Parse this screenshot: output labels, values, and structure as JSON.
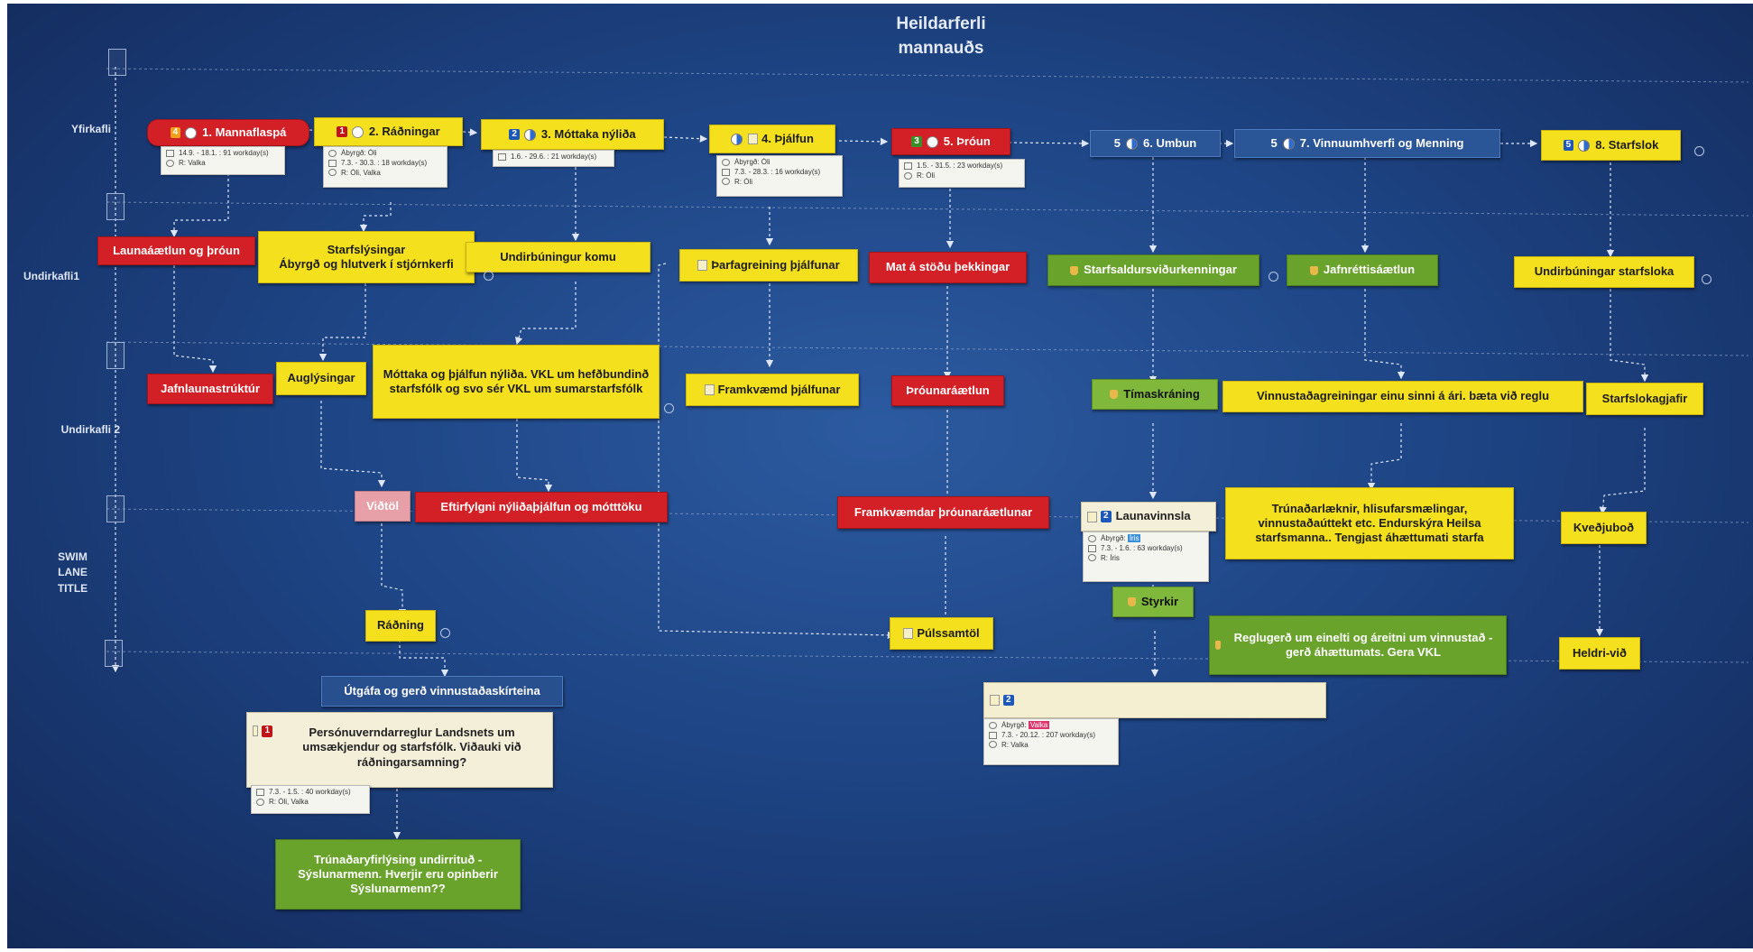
{
  "title": {
    "line1": "Heildarferli",
    "line2": "mannauðs"
  },
  "lanes": [
    "Yfirkafli",
    "Undirkafli1",
    "Undirkafli 2",
    "SWIM\nLANE\nTITLE"
  ],
  "phases": {
    "p1": {
      "tag": "4",
      "label": "1. Mannaflaspá"
    },
    "p2": {
      "tag": "1",
      "label": "2. Ráðningar"
    },
    "p3": {
      "tag": "2",
      "label": "3. Móttaka nýliða"
    },
    "p4": {
      "label": "4. Þjálfun"
    },
    "p5": {
      "tag": "3",
      "label": "5. Þróun"
    },
    "p6": {
      "tag": "5",
      "label": "6. Umbun"
    },
    "p7": {
      "tag": "5",
      "label": "7. Vinnuumhverfi og Menning"
    },
    "p8": {
      "tag": "5",
      "label": "8. Starfslok"
    }
  },
  "infos": {
    "i1": {
      "date": "14.9. - 18.1. : 91 workday(s)",
      "res": "R: Valka"
    },
    "i2": {
      "resp": "Ábyrgð: Óli",
      "date": "7.3. - 30.3. : 18 workday(s)",
      "res": "R: Óli, Valka"
    },
    "i3": {
      "date": "1.6. - 29.6. : 21 workday(s)"
    },
    "i4": {
      "resp": "Ábyrgð: Óli",
      "date": "7.3. - 28.3. : 16 workday(s)",
      "res": "R: Óli"
    },
    "i5": {
      "date": "1.5. - 31.5. : 23 workday(s)",
      "res": "R: Óli"
    },
    "i6": {
      "resp": "Ábyrgð:",
      "resp_name": "Íris",
      "date": "7.3. - 1.6. : 63 workday(s)",
      "res": "R: Íris"
    },
    "i7": {
      "resp": "Ábyrgð:",
      "resp_name": "Valka",
      "date": "7.3. - 20.12. : 207 workday(s)",
      "res": "R: Valka"
    },
    "i8": {
      "date": "7.3. - 1.5. : 40 workday(s)",
      "res": "R: Óli, Valka"
    }
  },
  "nodes": {
    "launaaaetlun": "Launaáætlun og þróun",
    "starfslysingar": "Starfslýsingar\nÁbyrgð og hlutverk í stjórnkerfi",
    "undirbuningur_komu": "Undirbúningur komu",
    "tharfagreining": "Þarfagreining þjálfunar",
    "mat_stodu": "Mat á stöðu þekkingar",
    "starfsaldurs": "Starfsaldursviðurkenningar",
    "jafnrettis": "Jafnréttisáætlun",
    "undirbuningar_starfsloka": "Undirbúningar starfsloka",
    "jafnlauna": "Jafnlaunastrúktúr",
    "auglysingar": "Auglýsingar",
    "mottaka": "Móttaka og þjálfun nýliða. VKL um hefðbundinð starfsfólk og svo sér VKL um sumarstarfsfólk",
    "framkvaemd_thjalfunar": "Framkvæmd þjálfunar",
    "throunaraaetlun": "Þróunaráætlun",
    "timaskraning": "Tímaskráning",
    "vinnustadagreiningar": "Vinnustaðagreiningar einu sinni á ári. bæta við reglu",
    "starfslokagjafir": "Starfslokagjafir",
    "vidtol": "Viðtöl",
    "eftirfylgni": "Eftirfylgni nýliðaþjálfun og mótttöku",
    "framkvaemdar_throunar": "Framkvæmdar þróunaráætlunar",
    "launavinnsla": "Launavinnsla",
    "launavinnsla_tag": "2",
    "trunadarlaeknir": "Trúnaðarlæknir, hlisufarsmælingar, vinnustaðaúttekt etc. Endurskýra Heilsa starfsmanna.. Tengjast áhættumati starfa",
    "kvedjubod": "Kveðjuboð",
    "radning": "Ráðning",
    "pulssamtol": "Púlssamtöl",
    "styrkir": "Styrkir",
    "reglugerd": "Reglugerð um einelti og áreitni um vinnustað - gerð áhættumats. Gera VKL",
    "heldri": "Heldri-við",
    "utgafa": "Útgáfa og gerð vinnustaðaskírteina",
    "personuvernd": "Persónuverndarreglur Landsnets um umsækjendur og starfsfólk. Viðauki við ráðningarsamning?",
    "personuvernd_tag": "1",
    "trunadaryfirlysing": "Trúnaðaryfirlýsing undirrituð - Sýslunarmenn. Hverjir eru opinberir Sýslunarmenn??",
    "blank_task_tag": "2"
  },
  "colors": {
    "background": "#1e4585",
    "yellow": "#f4e01c",
    "red": "#d31f26",
    "green": "#6aa32c",
    "cream": "#f3efd9"
  }
}
